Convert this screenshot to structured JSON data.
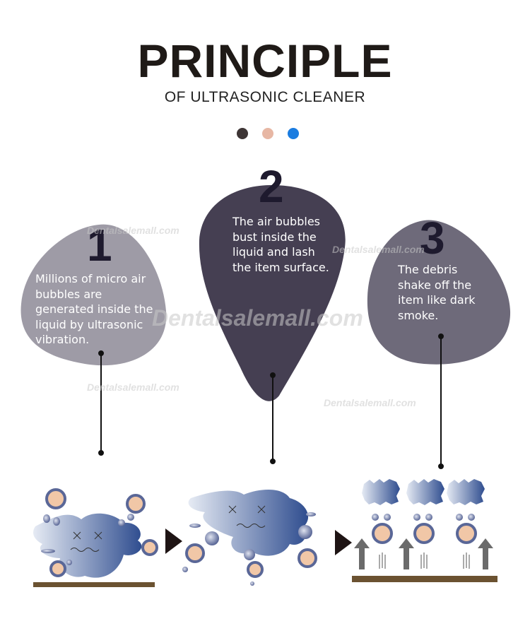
{
  "header": {
    "title": "PRINCIPLE",
    "subtitle": "OF ULTRASONIC CLEANER",
    "dots": [
      "#3d3535",
      "#e7b7a4",
      "#1a7ce0"
    ]
  },
  "steps": [
    {
      "number": "1",
      "text": "Millions of micro air bubbles are generated inside the liquid by ultrasonic vibration.",
      "color": "#9e9ba6"
    },
    {
      "number": "2",
      "text": "The air bubbles bust inside the liquid and lash the item surface.",
      "color": "#453f52"
    },
    {
      "number": "3",
      "text": "The debris shake off the item like dark smoke.",
      "color": "#6e6a7a"
    }
  ],
  "watermark": "Dentalsalemall.com"
}
